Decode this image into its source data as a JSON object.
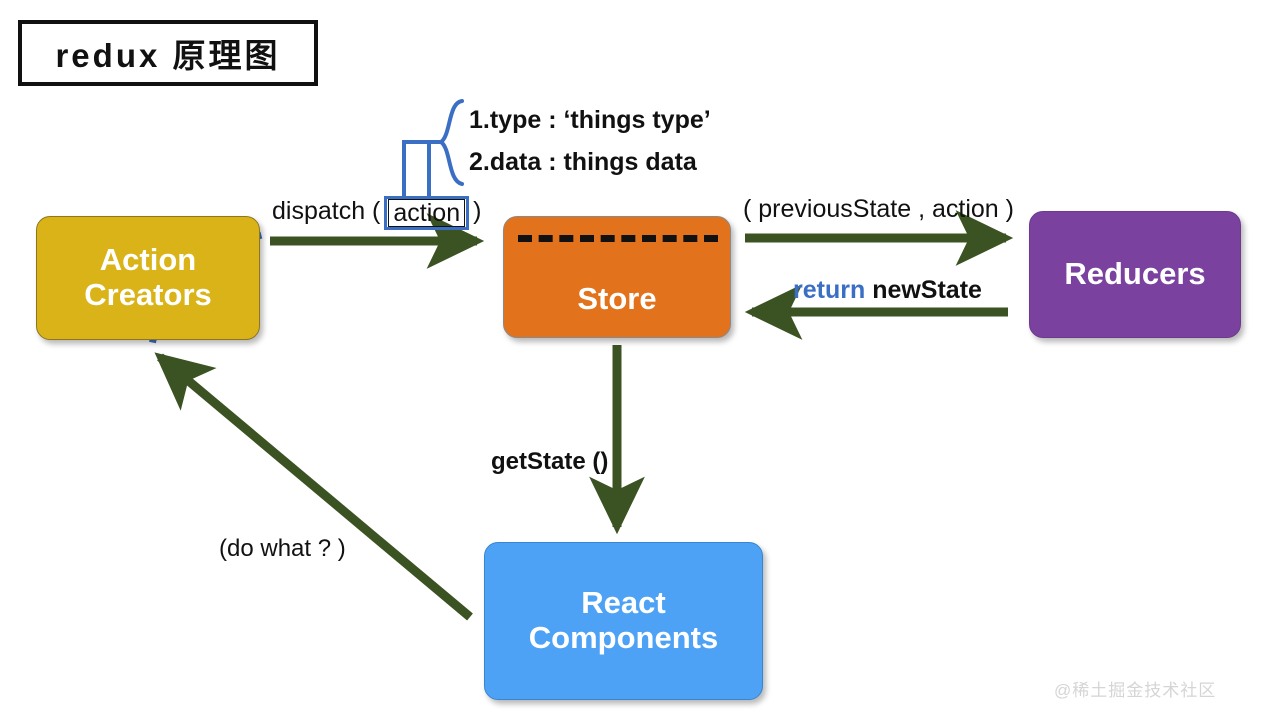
{
  "title": {
    "text": "redux 原理图"
  },
  "nodes": {
    "action_creators": {
      "line1": "Action",
      "line2": "Creators",
      "color": "#d9b317"
    },
    "store": {
      "label": "Store",
      "color": "#e2721c"
    },
    "reducers": {
      "label": "Reducers",
      "color": "#7a419f"
    },
    "react_components": {
      "line1": "React",
      "line2": "Components",
      "color": "#4da2f5"
    }
  },
  "labels": {
    "dispatch_prefix": "dispatch (",
    "dispatch_arg": "action",
    "dispatch_suffix": ")",
    "action_detail_1": "1.type : ‘things type’",
    "action_detail_2": "2.data :  things data",
    "previous_state": "( previousState , action )",
    "return_keyword": "return",
    "return_value": "newState",
    "get_state": "getState ()",
    "do_what": "(do what ? )"
  },
  "watermark": {
    "text": "@稀土掘金技术社区"
  },
  "colors": {
    "arrow_green": "#3b5323",
    "accent_blue": "#3a6fc4",
    "title_black": "#111111",
    "watermark_gray": "#d5d5d5"
  }
}
